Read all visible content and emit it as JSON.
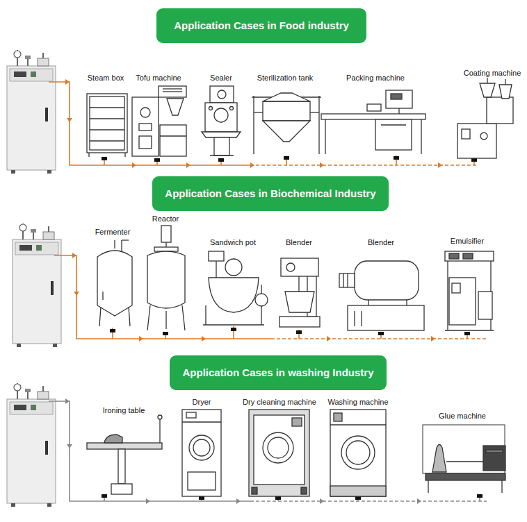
{
  "diagram": {
    "nodes": [
      {
        "text": [
          "Application Cases in Food industry"
        ]
      },
      {
        "text": [
          "Steam box"
        ]
      },
      {
        "text": [
          "Tofu machine"
        ]
      },
      {
        "text": [
          "Sealer"
        ]
      },
      {
        "text": [
          "Sterilization tank"
        ]
      },
      {
        "text": [
          "Packing machine"
        ]
      },
      {
        "text": [
          "Coating machine"
        ]
      },
      {
        "text": [
          "Application Cases in Biochemical Industry"
        ]
      },
      {
        "text": [
          "Fermenter"
        ]
      },
      {
        "text": [
          "Reactor"
        ]
      },
      {
        "text": [
          "Sandwich pot"
        ]
      },
      {
        "text": [
          "Blender"
        ]
      },
      {
        "text": [
          "Blender"
        ]
      },
      {
        "text": [
          "Emulsifier"
        ]
      },
      {
        "text": [
          "Application Cases in washing Industry"
        ]
      },
      {
        "text": [
          "Ironing table"
        ]
      },
      {
        "text": [
          "Dryer"
        ]
      },
      {
        "text": [
          "Dry cleaning machine"
        ]
      },
      {
        "text": [
          "Washing machine"
        ]
      },
      {
        "text": [
          "Glue machine"
        ]
      }
    ]
  }
}
